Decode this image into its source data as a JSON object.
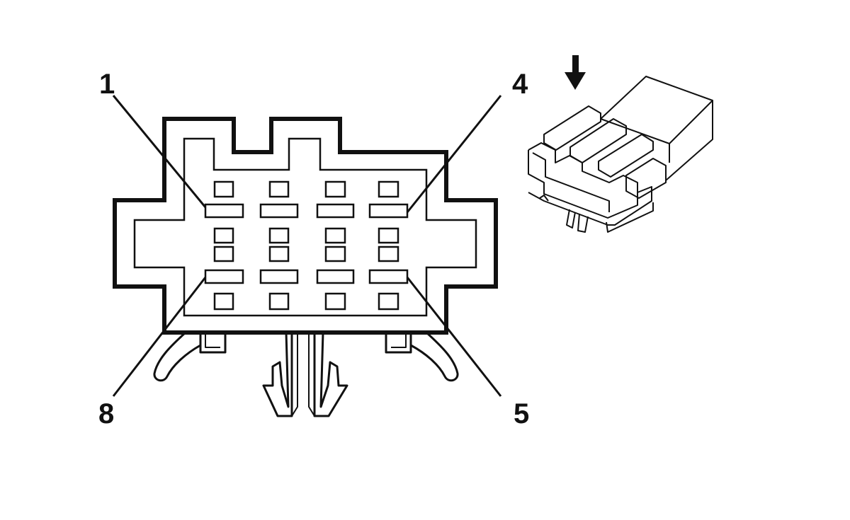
{
  "connector_face": {
    "pin_labels": {
      "top_left": "1",
      "top_right": "4",
      "bottom_left": "8",
      "bottom_right": "5"
    }
  },
  "connector_3d": {
    "arrow_icon": "down-arrow-icon"
  },
  "colors": {
    "line": "#111111",
    "background": "#ffffff"
  }
}
